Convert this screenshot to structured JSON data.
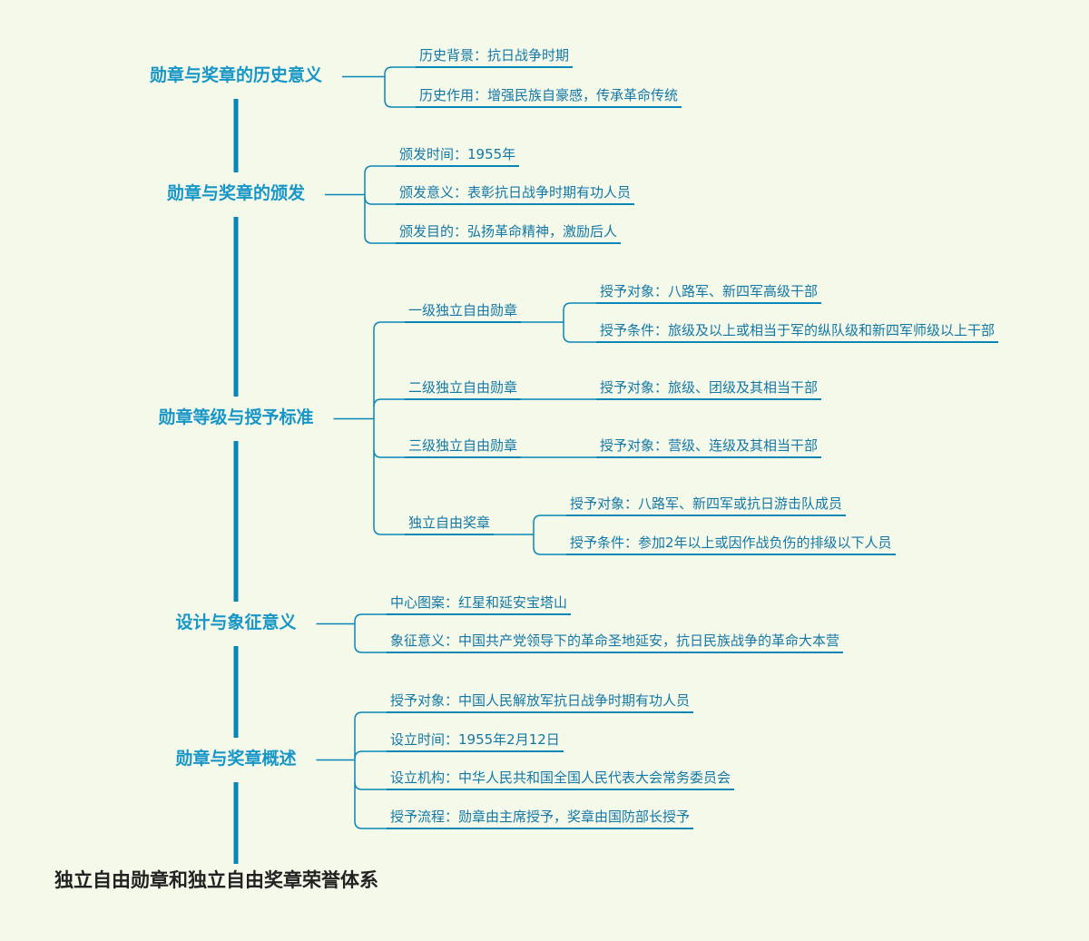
{
  "colors": {
    "line": "#0a86b6",
    "main_text": "#1796c7",
    "leaf_text": "#1478a6",
    "root_text": "#222222",
    "background": "#f4f9ea"
  },
  "root": "独立自由勋章和独立自由奖章荣誉体系",
  "branches": [
    {
      "title": "勋章与奖章的历史意义",
      "items": [
        "历史背景：抗日战争时期",
        "历史作用：增强民族自豪感，传承革命传统"
      ]
    },
    {
      "title": "勋章与奖章的颁发",
      "items": [
        "颁发时间：1955年",
        "颁发意义：表彰抗日战争时期有功人员",
        "颁发目的：弘扬革命精神，激励后人"
      ]
    },
    {
      "title": "勋章等级与授予标准",
      "subgroups": [
        {
          "name": "一级独立自由勋章",
          "items": [
            "授予对象：八路军、新四军高级干部",
            "授予条件：旅级及以上或相当于军的纵队级和新四军师级以上干部"
          ]
        },
        {
          "name": "二级独立自由勋章",
          "items": [
            "授予对象：旅级、团级及其相当干部"
          ]
        },
        {
          "name": "三级独立自由勋章",
          "items": [
            "授予对象：营级、连级及其相当干部"
          ]
        },
        {
          "name": "独立自由奖章",
          "items": [
            "授予对象：八路军、新四军或抗日游击队成员",
            "授予条件：参加2年以上或因作战负伤的排级以下人员"
          ]
        }
      ]
    },
    {
      "title": "设计与象征意义",
      "items": [
        "中心图案：红星和延安宝塔山",
        "象征意义：中国共产党领导下的革命圣地延安，抗日民族战争的革命大本营"
      ]
    },
    {
      "title": "勋章与奖章概述",
      "items": [
        "授予对象：中国人民解放军抗日战争时期有功人员",
        "设立时间：1955年2月12日",
        "设立机构：中华人民共和国全国人民代表大会常务委员会",
        "授予流程：勋章由主席授予，奖章由国防部长授予"
      ]
    }
  ]
}
